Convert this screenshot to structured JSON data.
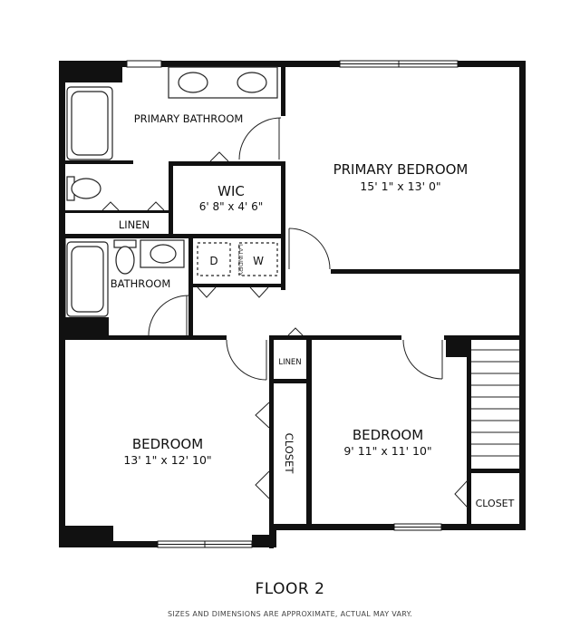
{
  "rooms": {
    "primary_bathroom": {
      "name": "PRIMARY BATHROOM"
    },
    "primary_bedroom": {
      "name": "PRIMARY BEDROOM",
      "dims": "15' 1\" x 13' 0\""
    },
    "wic": {
      "name": "WIC",
      "dims": "6' 8\" x 4' 6\""
    },
    "linen_1": {
      "name": "LINEN"
    },
    "bathroom": {
      "name": "BATHROOM"
    },
    "laundry": {
      "name": "LAUNDRY",
      "dryer": "D",
      "washer": "W"
    },
    "linen_2": {
      "name": "LINEN"
    },
    "bedroom_1": {
      "name": "BEDROOM",
      "dims": "13' 1\" x 12' 10\""
    },
    "closet_1": {
      "name": "CLOSET"
    },
    "bedroom_2": {
      "name": "BEDROOM",
      "dims": "9' 11\" x 11' 10\""
    },
    "closet_2": {
      "name": "CLOSET"
    }
  },
  "floor_title": "FLOOR 2",
  "disclaimer": "SIZES AND DIMENSIONS ARE APPROXIMATE, ACTUAL MAY VARY."
}
